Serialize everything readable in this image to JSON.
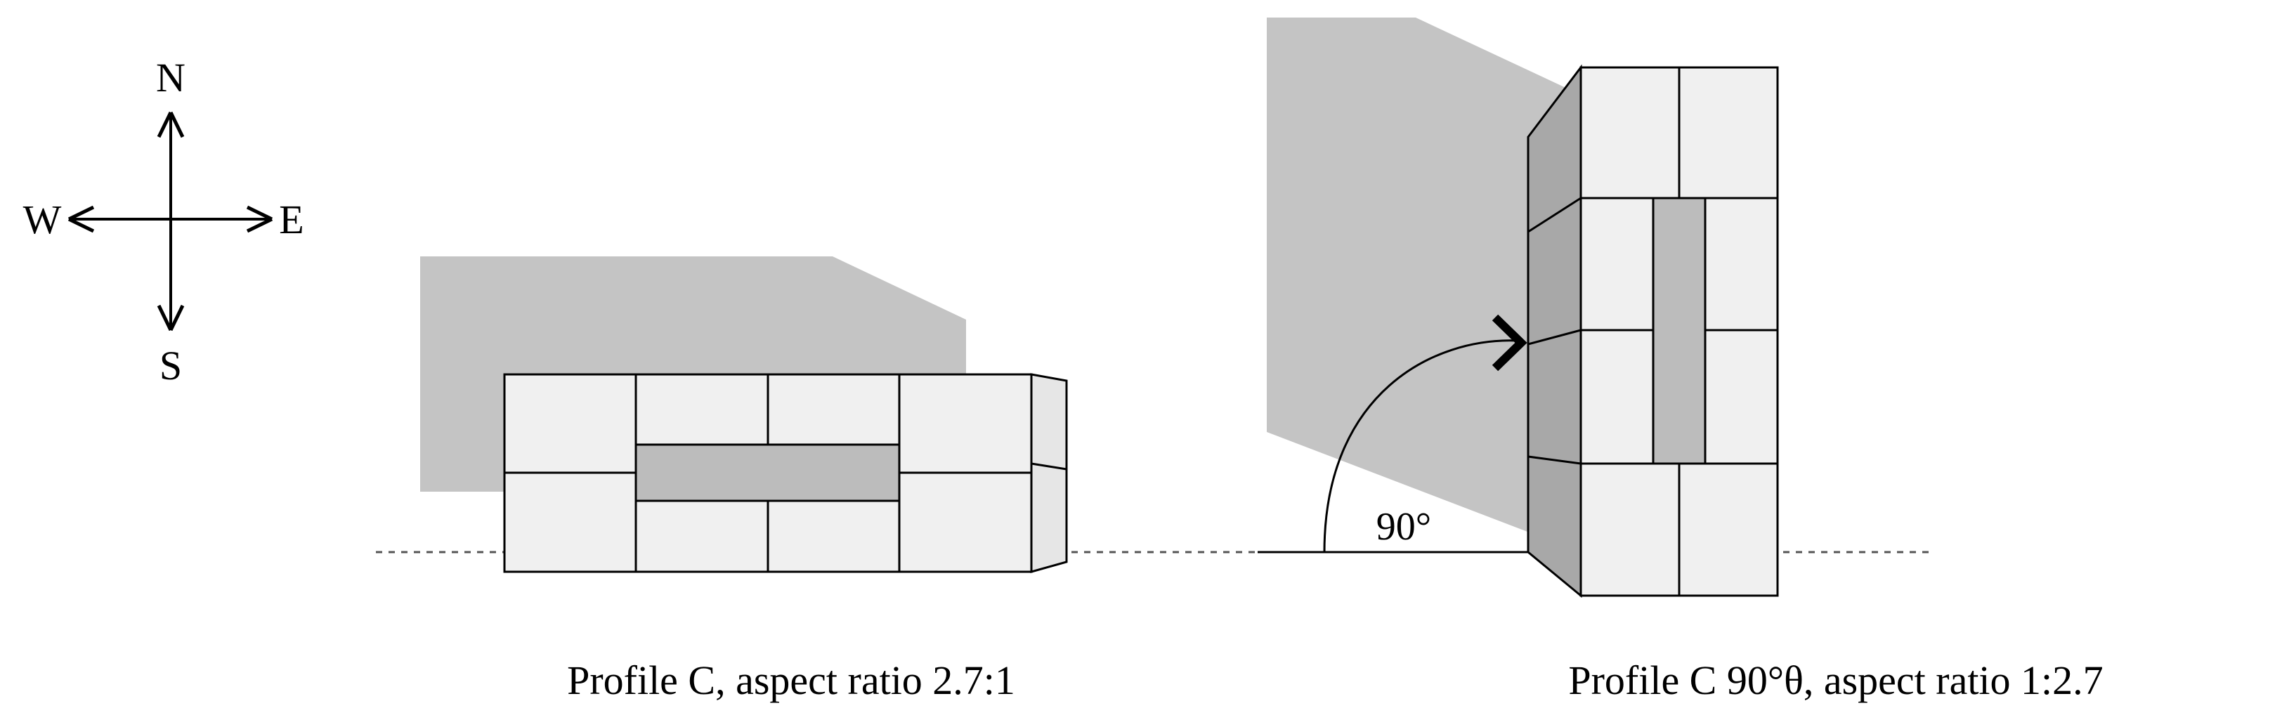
{
  "compass": {
    "north": "N",
    "south": "S",
    "east": "E",
    "west": "W"
  },
  "profiles": [
    {
      "caption": "Profile C, aspect ratio 2.7:1"
    },
    {
      "caption": "Profile C 90°θ, aspect ratio 1:2.7",
      "rotation_label": "90°"
    }
  ],
  "colors": {
    "shadow": "#c4c4c4",
    "block_face": "#f0f0f0",
    "block_side": "#a8a8a8",
    "inset_panel": "#bcbcbc",
    "outline": "#000000"
  }
}
